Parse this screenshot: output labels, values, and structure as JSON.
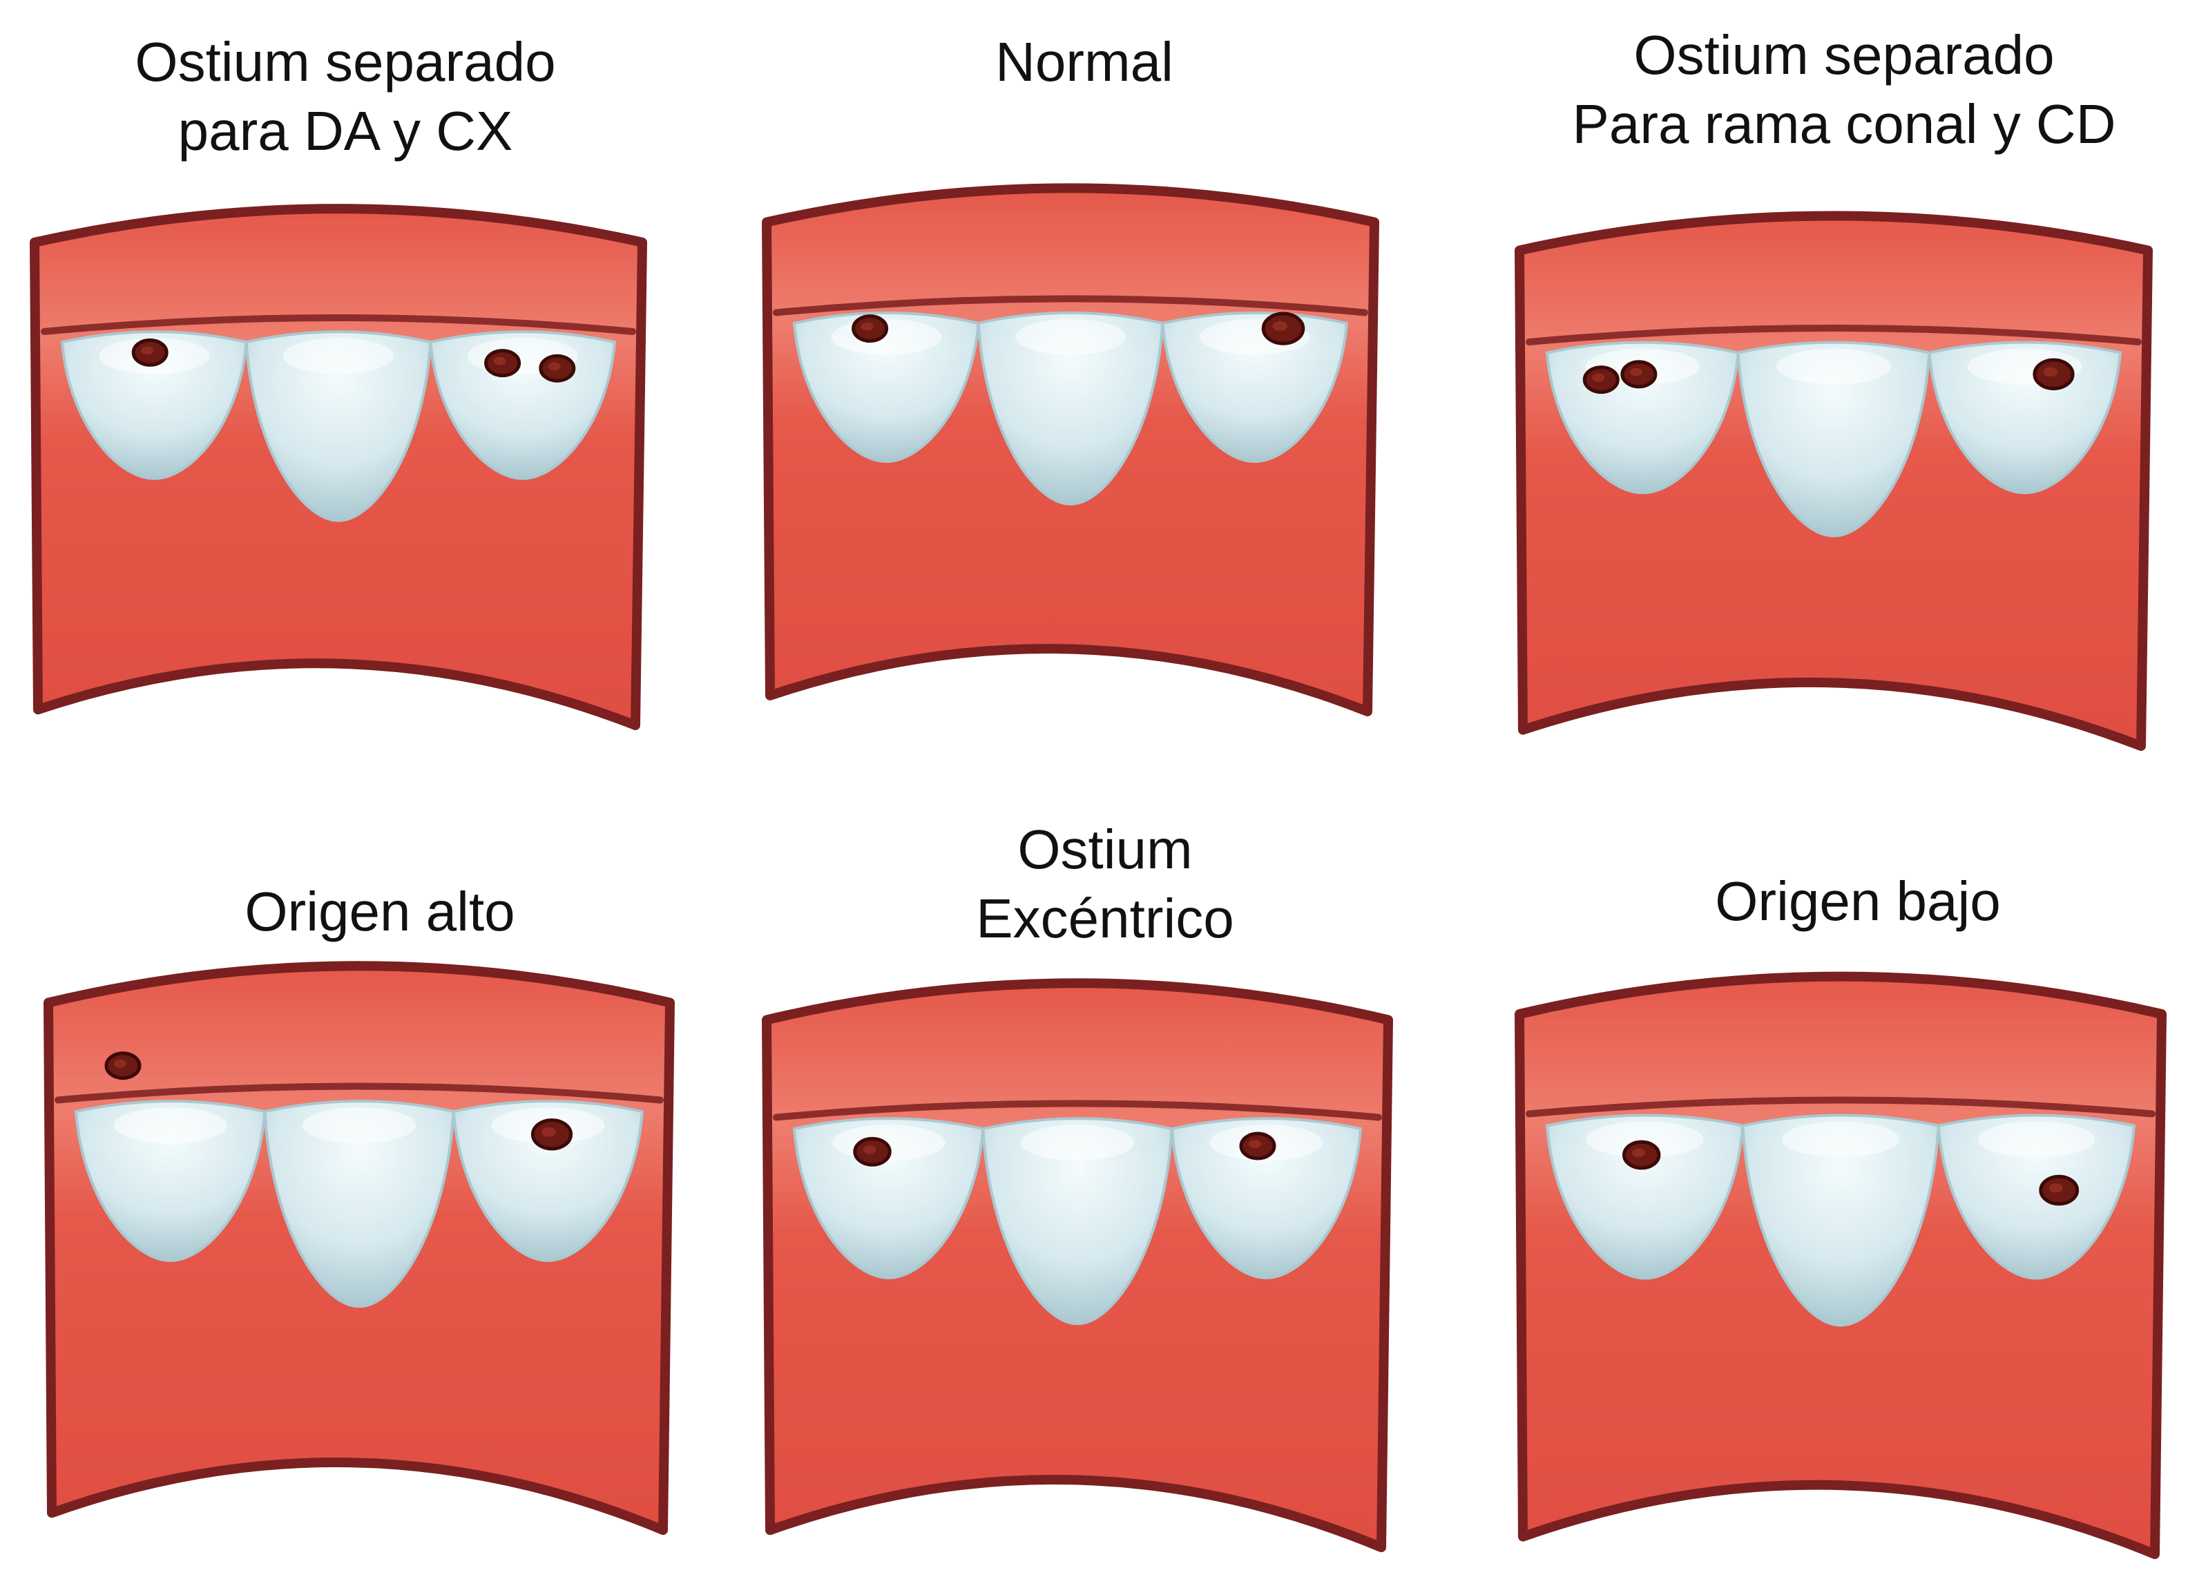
{
  "colors": {
    "vessel_wall": "#e5584a",
    "vessel_wall_light": "#ee7d6e",
    "vessel_rim": "#7a2020",
    "valve_cusp": "#d6e9ee",
    "valve_shadow": "#aac8d0",
    "ostium": "#6b1a14",
    "ostium_ring": "#3c0a08",
    "label_text": "#111111"
  },
  "panels": [
    {
      "id": "separate-ostium-lad-cx",
      "title_lines": [
        "Ostium separado",
        "para DA y CX"
      ],
      "ostia": [
        {
          "cusp": "left",
          "height": "on-cusp"
        },
        {
          "cusp": "right",
          "height": "on-cusp"
        },
        {
          "cusp": "right",
          "height": "on-cusp"
        }
      ]
    },
    {
      "id": "normal",
      "title_lines": [
        "Normal"
      ],
      "ostia": [
        {
          "cusp": "left",
          "height": "on-cusp"
        },
        {
          "cusp": "right",
          "height": "on-cusp"
        }
      ]
    },
    {
      "id": "separate-ostium-conal-rca",
      "title_lines": [
        "Ostium separado",
        "Para rama conal y CD"
      ],
      "ostia": [
        {
          "cusp": "left",
          "height": "on-cusp"
        },
        {
          "cusp": "left",
          "height": "on-cusp"
        },
        {
          "cusp": "right",
          "height": "on-cusp"
        }
      ]
    },
    {
      "id": "high-origin",
      "title_lines": [
        "Origen alto"
      ],
      "ostia": [
        {
          "cusp": "left",
          "height": "above-cusp"
        },
        {
          "cusp": "right",
          "height": "on-cusp"
        }
      ]
    },
    {
      "id": "eccentric-ostium",
      "title_lines": [
        "Ostium",
        "Excéntrico"
      ],
      "ostia": [
        {
          "cusp": "left",
          "height": "on-cusp"
        },
        {
          "cusp": "right",
          "height": "eccentric"
        }
      ]
    },
    {
      "id": "low-origin",
      "title_lines": [
        "Origen bajo"
      ],
      "ostia": [
        {
          "cusp": "left",
          "height": "on-cusp"
        },
        {
          "cusp": "right",
          "height": "low"
        }
      ]
    }
  ]
}
